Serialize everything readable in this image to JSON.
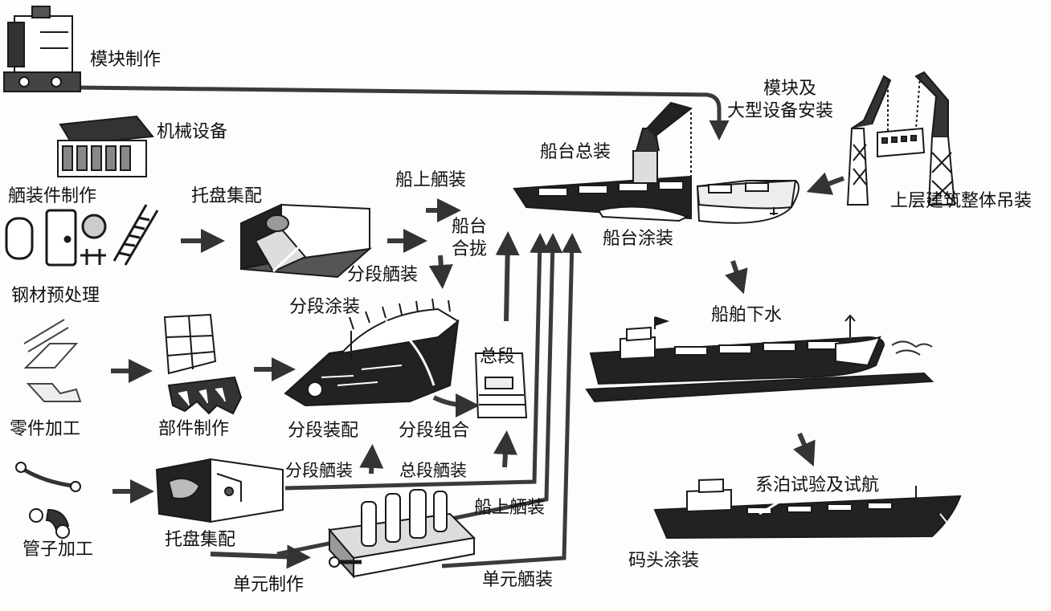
{
  "labels": {
    "module_fabrication": "模块制作",
    "machinery": "机械设备",
    "outfitting_parts": "舾装件制作",
    "pallet_assembly_top": "托盘集配",
    "steel_pretreatment": "钢材预处理",
    "parts_processing": "零件加工",
    "component_making": "部件制作",
    "pipe_processing": "管子加工",
    "pallet_assembly_bottom": "托盘集配",
    "unit_making": "单元制作",
    "block_painting": "分段涂装",
    "block_outfitting_mid": "分段舾装",
    "block_assembly": "分段装配",
    "block_combination": "分段组合",
    "block_outfitting_low": "分段舾装",
    "section_outfitting": "总段舾装",
    "section": "总段",
    "onboard_outfitting_top": "船上舾装",
    "slipway_closing_1": "船台",
    "slipway_closing_2": "合拢",
    "onboard_outfitting_bottom": "船上舾装",
    "unit_outfitting": "单元舾装",
    "slipway_assembly": "船台总装",
    "slipway_painting": "船台涂装",
    "module_install_1": "模块及",
    "module_install_2": "大型设备安装",
    "superstructure_lift": "上层建筑整体吊装",
    "ship_launch": "船舶下水",
    "mooring_trials": "系泊试验及试航",
    "quay_painting": "码头涂装"
  },
  "colors": {
    "ink": "#1a1a1a",
    "arrow": "#3a3a3a",
    "hull": "#2b2b2b",
    "light": "#e6e6e6"
  }
}
